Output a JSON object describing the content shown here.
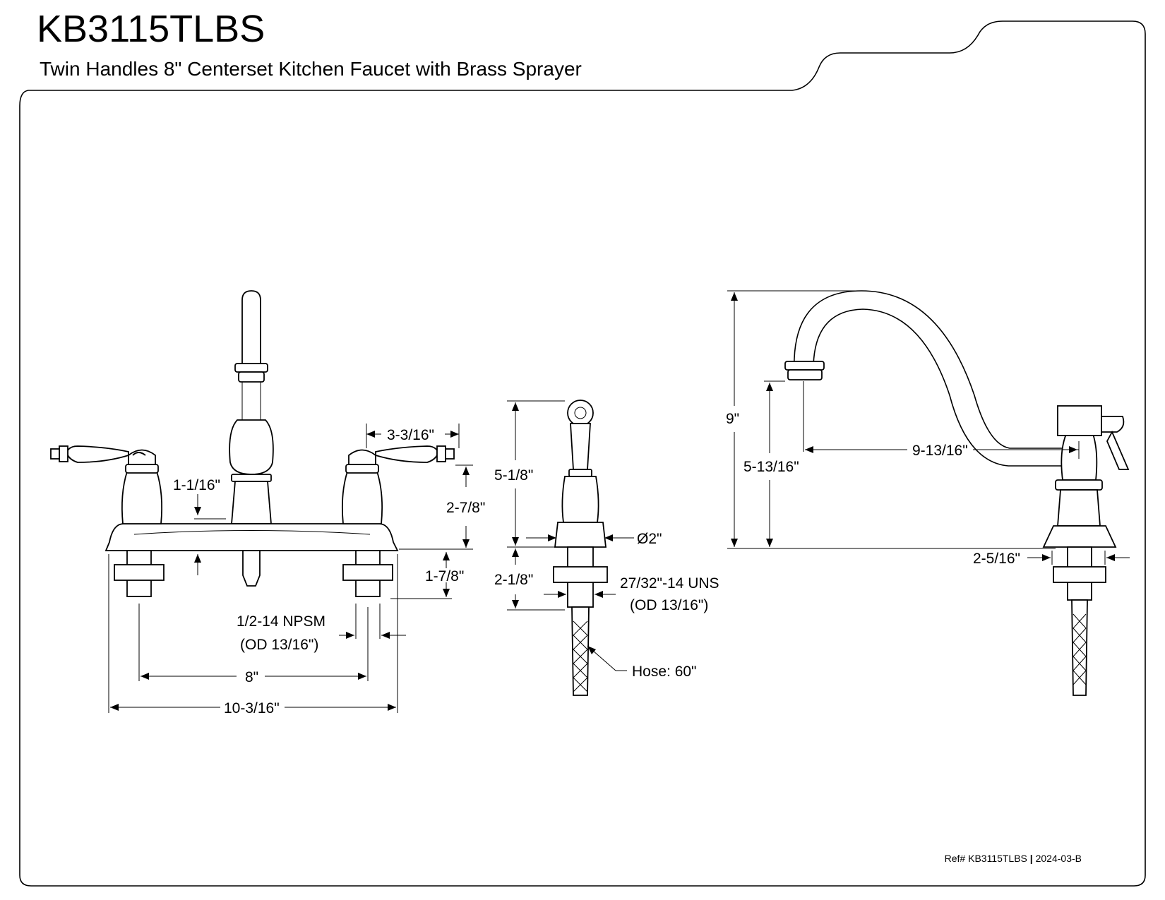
{
  "header": {
    "model": "KB3115TLBS",
    "description": "Twin Handles 8\" Centerset Kitchen Faucet with Brass Sprayer"
  },
  "footer": {
    "ref_label": "Ref# KB3115TLBS",
    "revision": "2024-03-B"
  },
  "dimensions": {
    "handle_spacing": "3-3/16\"",
    "base_height": "1-1/16\"",
    "handle_height": "2-7/8\"",
    "shank_length": "1-7/8\"",
    "shank_thread": "1/2-14 NPSM",
    "shank_od": "(OD 13/16\")",
    "centers": "8\"",
    "overall_width": "10-3/16\"",
    "sprayer_height": "5-1/8\"",
    "sprayer_base_diameter": "Ø2\"",
    "sprayer_shank": "2-1/8\"",
    "sprayer_thread": "27/32\"-14 UNS",
    "sprayer_od": "(OD 13/16\")",
    "hose": "Hose: 60\"",
    "faucet_height": "9\"",
    "spout_clearance": "5-13/16\"",
    "spout_reach": "9-13/16\"",
    "side_base": "2-5/16\""
  }
}
